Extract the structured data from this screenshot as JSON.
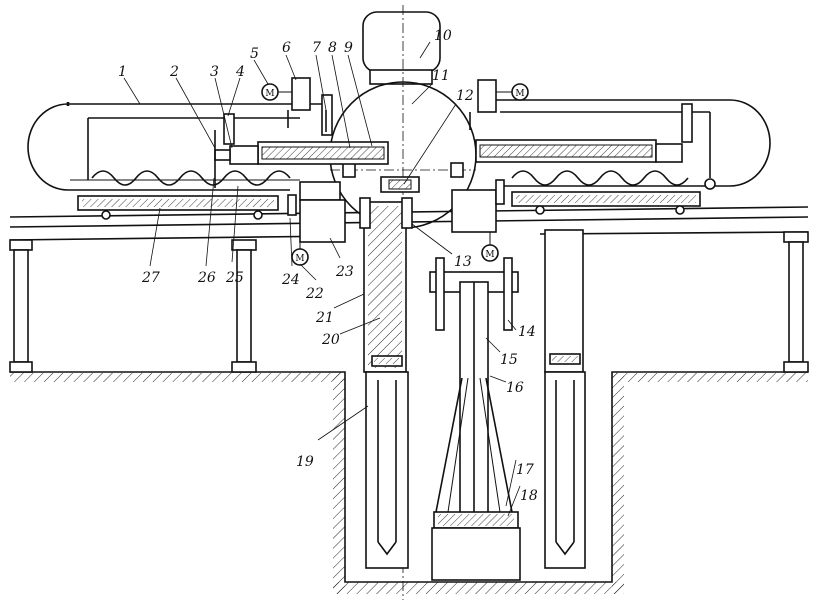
{
  "callouts": [
    {
      "id": "1",
      "text": "1"
    },
    {
      "id": "2",
      "text": "2"
    },
    {
      "id": "3",
      "text": "3"
    },
    {
      "id": "4",
      "text": "4"
    },
    {
      "id": "5",
      "text": "5"
    },
    {
      "id": "6",
      "text": "6"
    },
    {
      "id": "7",
      "text": "7"
    },
    {
      "id": "8",
      "text": "8"
    },
    {
      "id": "9",
      "text": "9"
    },
    {
      "id": "10",
      "text": "10"
    },
    {
      "id": "11",
      "text": "11"
    },
    {
      "id": "12",
      "text": "12"
    },
    {
      "id": "13",
      "text": "13"
    },
    {
      "id": "14",
      "text": "14"
    },
    {
      "id": "15",
      "text": "15"
    },
    {
      "id": "16",
      "text": "16"
    },
    {
      "id": "17",
      "text": "17"
    },
    {
      "id": "18",
      "text": "18"
    },
    {
      "id": "19",
      "text": "19"
    },
    {
      "id": "20",
      "text": "20"
    },
    {
      "id": "21",
      "text": "21"
    },
    {
      "id": "22",
      "text": "22"
    },
    {
      "id": "23",
      "text": "23"
    },
    {
      "id": "24",
      "text": "24"
    },
    {
      "id": "25",
      "text": "25"
    },
    {
      "id": "26",
      "text": "26"
    },
    {
      "id": "27",
      "text": "27"
    }
  ],
  "motor_label": "M"
}
